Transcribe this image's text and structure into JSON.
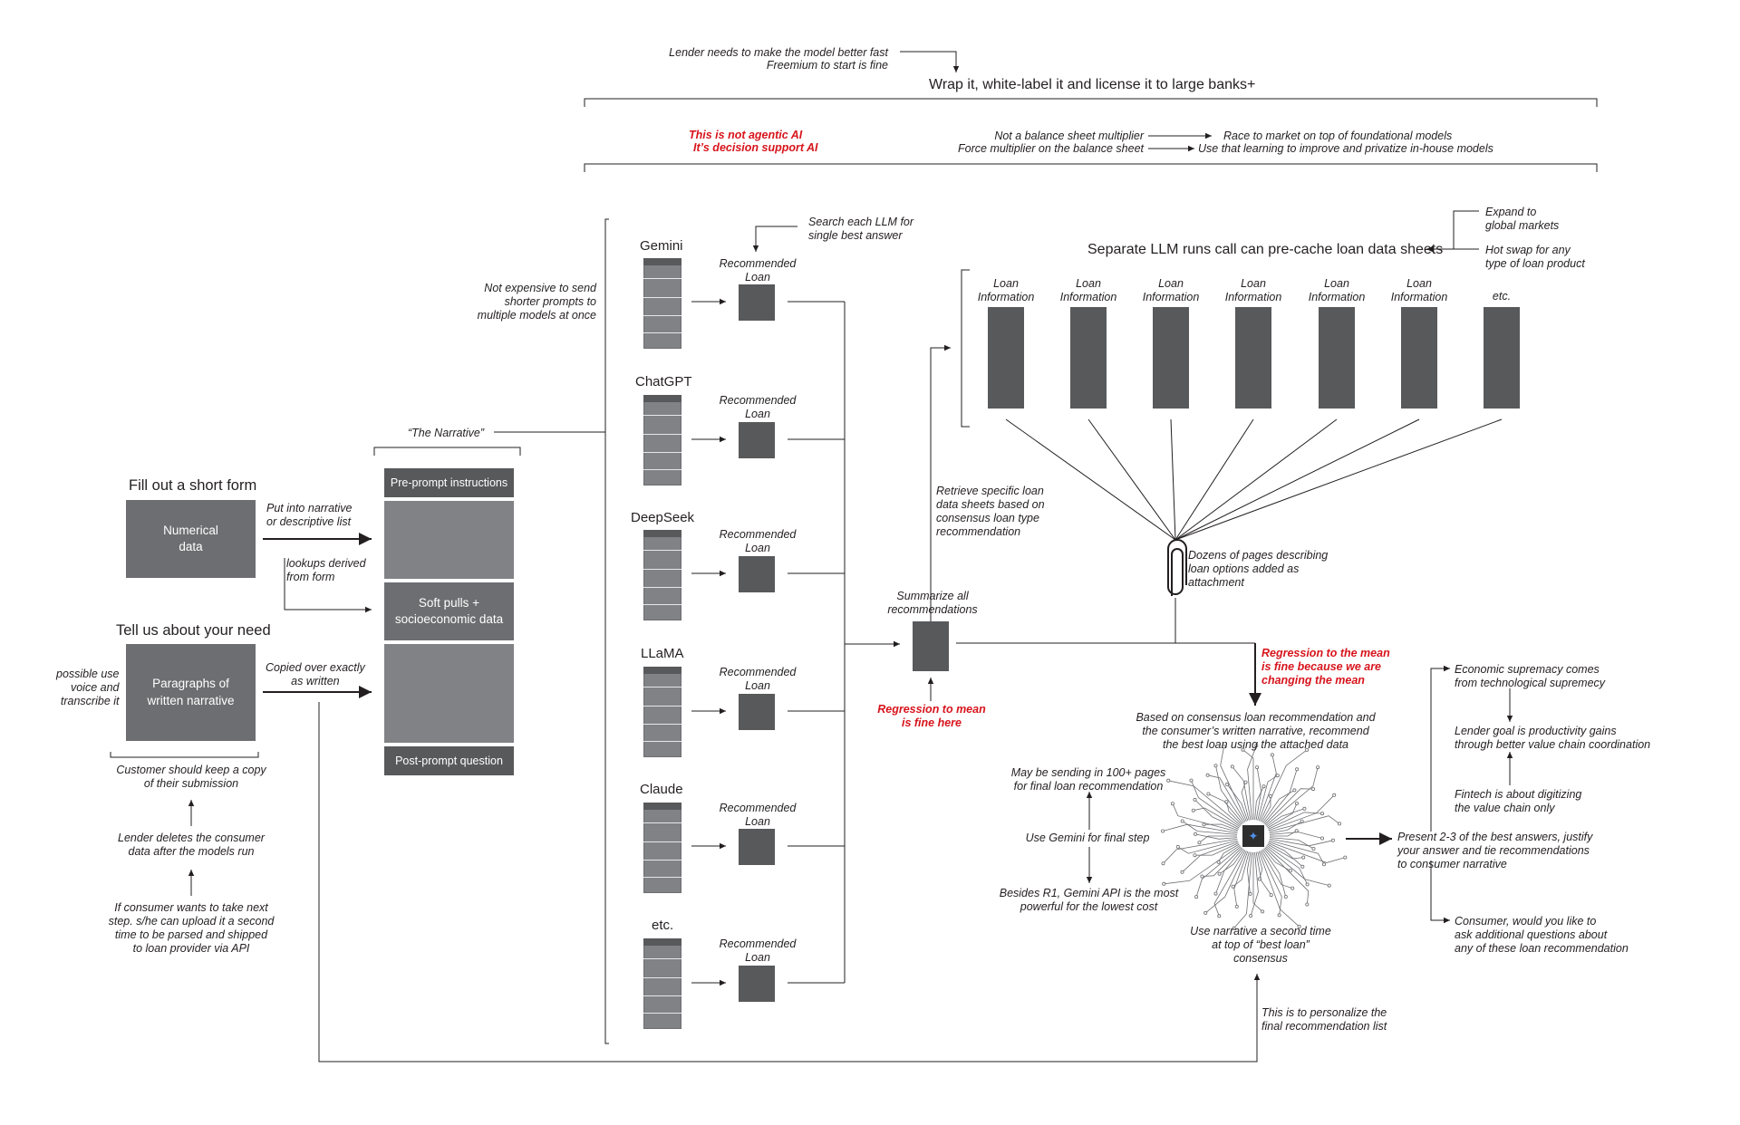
{
  "top": {
    "lender_note_1": "Lender needs to make the model better fast",
    "lender_note_2": "Freemium to start is fine",
    "wrap": "Wrap it, white-label it and license it to large banks+",
    "not_agentic_1": "This is not agentic AI",
    "not_agentic_2": "It’s decision support AI",
    "multiplier_1": "Not a balance sheet multiplier",
    "multiplier_2": "Force multiplier on the balance sheet",
    "race_1": "Race to market on top of foundational models",
    "race_2": "Use that learning to improve and privatize in-house models"
  },
  "left": {
    "form_title": "Fill out a short form",
    "numerical_data": "Numerical\ndata",
    "put_into_narrative": "Put into narrative\nor descriptive list",
    "lookups": "lookups derived\nfrom form",
    "need_title": "Tell us about your need",
    "possible_use": "possible use\nvoice and\ntranscribe it",
    "paragraphs": "Paragraphs of\nwritten narrative",
    "copied_over": "Copied over exactly\nas written",
    "keep_copy": "Customer should keep a copy\nof their submission",
    "lender_deletes": "Lender deletes the consumer\ndata after the models run",
    "next_step": "If consumer wants to take next\nstep. s/he can upload it a second\ntime to be parsed and shipped\nto loan provider via API"
  },
  "narrative": {
    "label": "“The Narrative”",
    "pre_prompt": "Pre-prompt instructions",
    "soft_pulls": "Soft pulls +\nsocioeconomic data",
    "post_prompt": "Post-prompt question"
  },
  "models": {
    "not_expensive": "Not expensive to send\nshorter prompts to\nmultiple models at once",
    "search_each": "Search each LLM for\nsingle best answer",
    "rec_label": "Recommended\nLoan",
    "names": [
      "Gemini",
      "ChatGPT",
      "DeepSeek",
      "LLaMA",
      "Claude",
      "etc."
    ]
  },
  "summary": {
    "summarize": "Summarize all\nrecommendations",
    "regression_here": "Regression to mean\nis fine here",
    "retrieve": "Retrieve specific loan\ndata sheets based on\nconsensus loan type\nrecommendation"
  },
  "sheets": {
    "title": "Separate LLM runs call can pre-cache loan data sheets",
    "expand": "Expand to\nglobal markets",
    "hot_swap": "Hot swap for any\ntype of loan product",
    "labels": [
      "Loan\nInformation",
      "Loan\nInformation",
      "Loan\nInformation",
      "Loan\nInformation",
      "Loan\nInformation",
      "Loan\nInformation",
      "etc."
    ],
    "dozens": "Dozens of pages describing\nloan options added as\nattachment"
  },
  "final": {
    "regression_red": "Regression to the mean\nis fine because we are\nchanging the mean",
    "based_on": "Based on consensus loan recommendation and\nthe consumer’s written narrative, recommend\nthe best loan using the attached data",
    "may_be_sending": "May be sending in 100+ pages\nfor final loan recommendation",
    "use_gemini": "Use Gemini for final step",
    "besides_r1": "Besides R1, Gemini API is the most\npowerful for the lowest cost",
    "use_narrative": "Use narrative a second time\nat top of “best loan”\nconsensus",
    "personalize": "This is to personalize the\nfinal recommendation list",
    "present": "Present 2-3 of the best answers, justify\nyour answer and tie recommendations\nto consumer narrative",
    "economic": "Economic supremacy comes\nfrom technological supremecy",
    "lender_goal": "Lender goal is productivity gains\nthrough better value chain coordination",
    "fintech": "Fintech is about digitizing\nthe value chain only",
    "consumer_q": "Consumer, would you like to\nask additional questions about\nany of these loan recommendation"
  },
  "icons": {
    "attachment": "paperclip-icon",
    "ai_chip": "ai-chip-icon"
  }
}
